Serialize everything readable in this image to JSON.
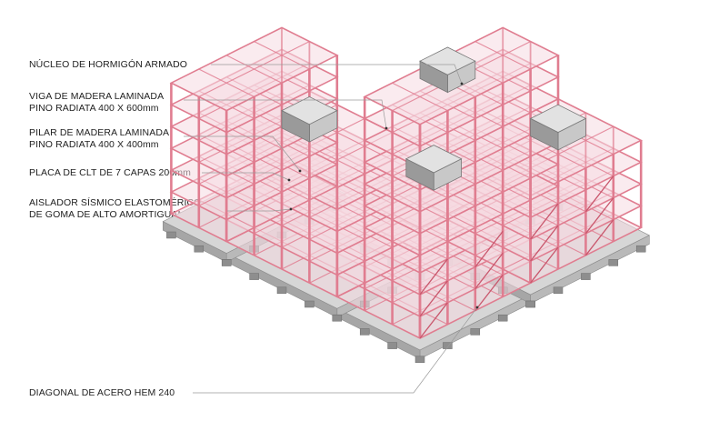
{
  "colors": {
    "timber": "#e07d90",
    "timber_dark": "#c9566c",
    "slab": "#f6dbe1",
    "concrete_core": "#c8c8c8",
    "concrete_dark": "#9a9a9a",
    "base": "#b9b9b9",
    "isolator": "#8e8e8e",
    "leader": "#9a9a9a",
    "text": "#222222"
  },
  "labels": {
    "core": "NÚCLEO DE HORMIGÓN ARMADO",
    "beam_line1": "VIGA DE MADERA LAMINADA",
    "beam_line2": "PINO RADIATA 400 X 600mm",
    "column_line1": "PILAR DE MADERA LAMINADA",
    "column_line2": "PINO RADIATA 400 X 400mm",
    "clt": "PLACA DE CLT DE 7 CAPAS 200mm",
    "isolator_line1": "AISLADOR SÍSMICO ELASTOMÉRICO",
    "isolator_line2": "DE GOMA DE ALTO AMORTIGUAMIENTO",
    "brace": "DIAGONAL DE ACERO HEM 240"
  }
}
